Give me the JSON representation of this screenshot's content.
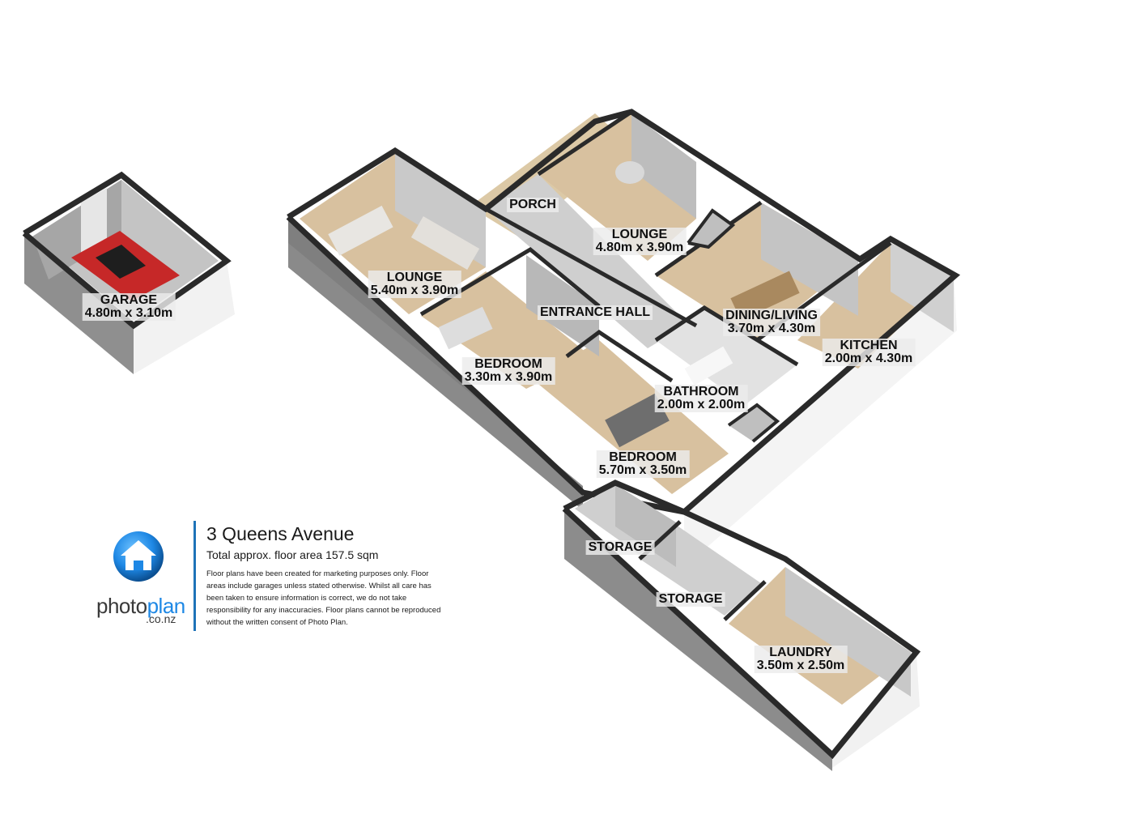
{
  "property": {
    "address": "3 Queens Avenue",
    "floor_area": "Total approx. floor area 157.5 sqm",
    "disclaimer": "Floor plans have been created for marketing purposes only. Floor areas include garages unless stated otherwise. Whilst all care has been taken to ensure information is correct, we do not take responsibility for any inaccuracies. Floor plans cannot be reproduced without the written consent of Photo Plan."
  },
  "brand": {
    "name_part1": "photo",
    "name_part2": "plan",
    "domain": ".co.nz",
    "logo_icon": "house-icon",
    "accent_color": "#1e88e5"
  },
  "rooms": {
    "garage": {
      "name": "GARAGE",
      "size": "4.80m x 3.10m"
    },
    "lounge_left": {
      "name": "LOUNGE",
      "size": "5.40m x 3.90m"
    },
    "porch": {
      "name": "PORCH",
      "size": ""
    },
    "lounge_right": {
      "name": "LOUNGE",
      "size": "4.80m x 3.90m"
    },
    "entrance_hall": {
      "name": "ENTRANCE HALL",
      "size": ""
    },
    "dining_living": {
      "name": "DINING/LIVING",
      "size": "3.70m x 4.30m"
    },
    "kitchen": {
      "name": "KITCHEN",
      "size": "2.00m x 4.30m"
    },
    "bedroom_left": {
      "name": "BEDROOM",
      "size": "3.30m x 3.90m"
    },
    "bathroom": {
      "name": "BATHROOM",
      "size": "2.00m x 2.00m"
    },
    "bedroom_main": {
      "name": "BEDROOM",
      "size": "5.70m x 3.50m"
    },
    "storage_1": {
      "name": "STORAGE",
      "size": ""
    },
    "storage_2": {
      "name": "STORAGE",
      "size": ""
    },
    "laundry": {
      "name": "LAUNDRY",
      "size": "3.50m x 2.50m"
    }
  },
  "colors": {
    "floor": "#d8c19f",
    "wall_top": "#2a2a2a",
    "wall_face": "#9a9a9a",
    "wall_inner": "#c9c9c9",
    "deck": "#dcc9a6"
  }
}
